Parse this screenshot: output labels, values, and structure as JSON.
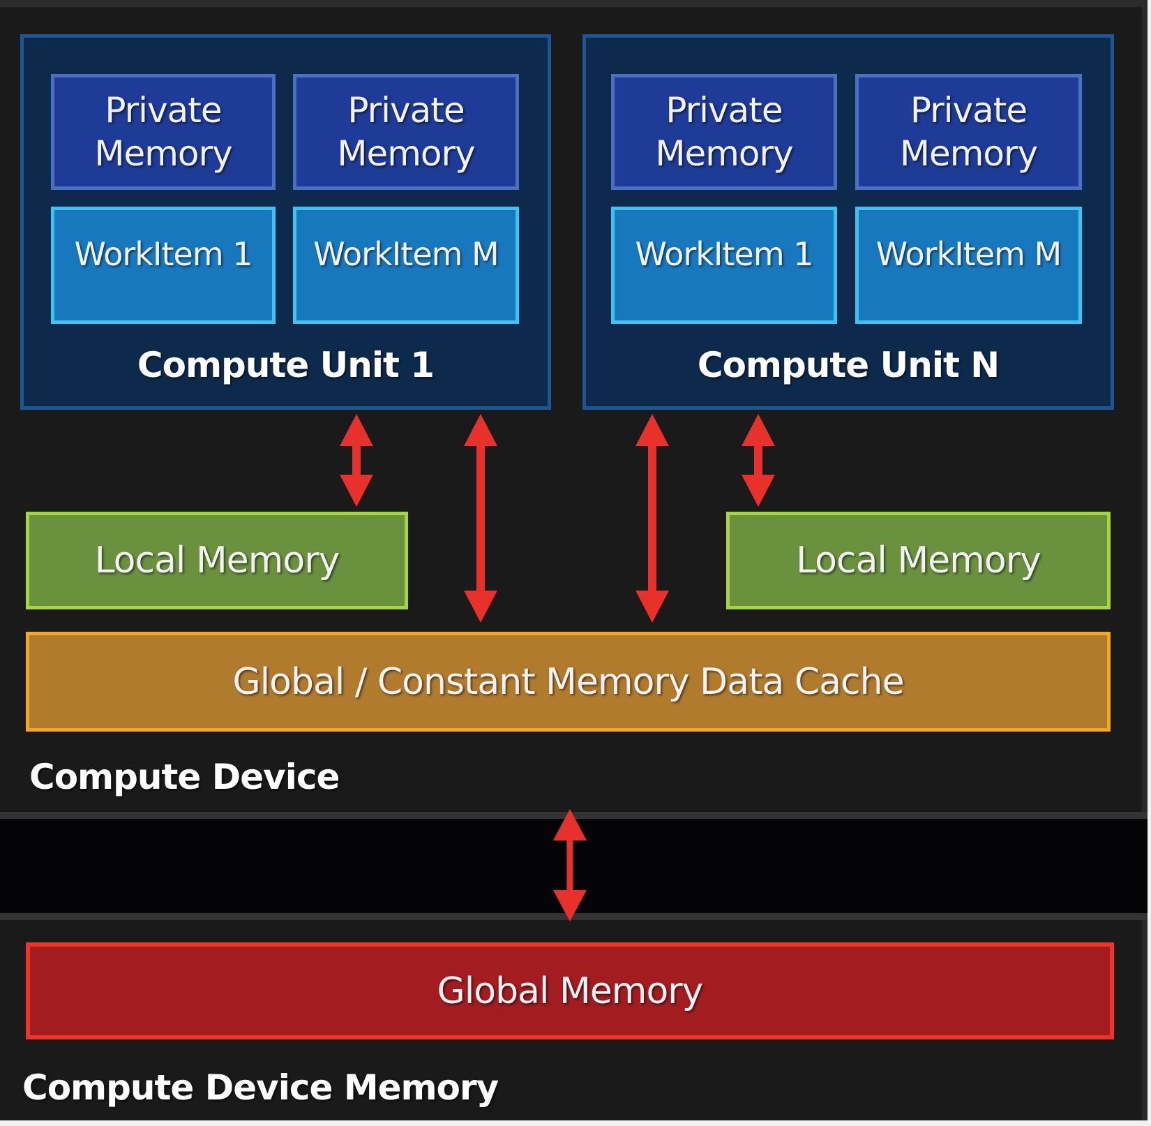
{
  "diagram": {
    "title": "OpenCL memory model",
    "compute_units": [
      {
        "label": "Compute Unit 1",
        "private_memories": [
          {
            "line1": "Private",
            "line2": "Memory"
          },
          {
            "line1": "Private",
            "line2": "Memory"
          }
        ],
        "work_items": [
          "WorkItem 1",
          "WorkItem M"
        ],
        "local_memory": "Local Memory"
      },
      {
        "label": "Compute Unit N",
        "private_memories": [
          {
            "line1": "Private",
            "line2": "Memory"
          },
          {
            "line1": "Private",
            "line2": "Memory"
          }
        ],
        "work_items": [
          "WorkItem 1",
          "WorkItem M"
        ],
        "local_memory": "Local Memory"
      }
    ],
    "global_cache": "Global / Constant Memory Data Cache",
    "compute_device_label": "Compute Device",
    "global_memory": "Global Memory",
    "compute_device_memory_label": "Compute Device Memory",
    "connections": [
      {
        "from": "Compute Unit 1",
        "to": "Local Memory (CU 1)",
        "type": "bidirectional"
      },
      {
        "from": "Compute Unit 1",
        "to": "Global / Constant Memory Data Cache",
        "type": "bidirectional"
      },
      {
        "from": "Compute Unit N",
        "to": "Global / Constant Memory Data Cache",
        "type": "bidirectional"
      },
      {
        "from": "Compute Unit N",
        "to": "Local Memory (CU N)",
        "type": "bidirectional"
      },
      {
        "from": "Compute Device",
        "to": "Global Memory",
        "type": "bidirectional"
      }
    ],
    "colors": {
      "background": "#1a1a1a",
      "compute_unit_fill": "#0d2a4d",
      "compute_unit_border": "#1b5796",
      "private_memory_fill": "#1d3b97",
      "private_memory_border": "#4a70c2",
      "work_item_fill": "#1878be",
      "work_item_border": "#3ec2f2",
      "local_memory_fill": "#6a913d",
      "local_memory_border": "#a6d63a",
      "global_cache_fill": "#b17b2d",
      "global_cache_border": "#f5a623",
      "global_memory_fill": "#a21c20",
      "global_memory_border": "#f23326",
      "arrow": "#e8312a"
    }
  }
}
